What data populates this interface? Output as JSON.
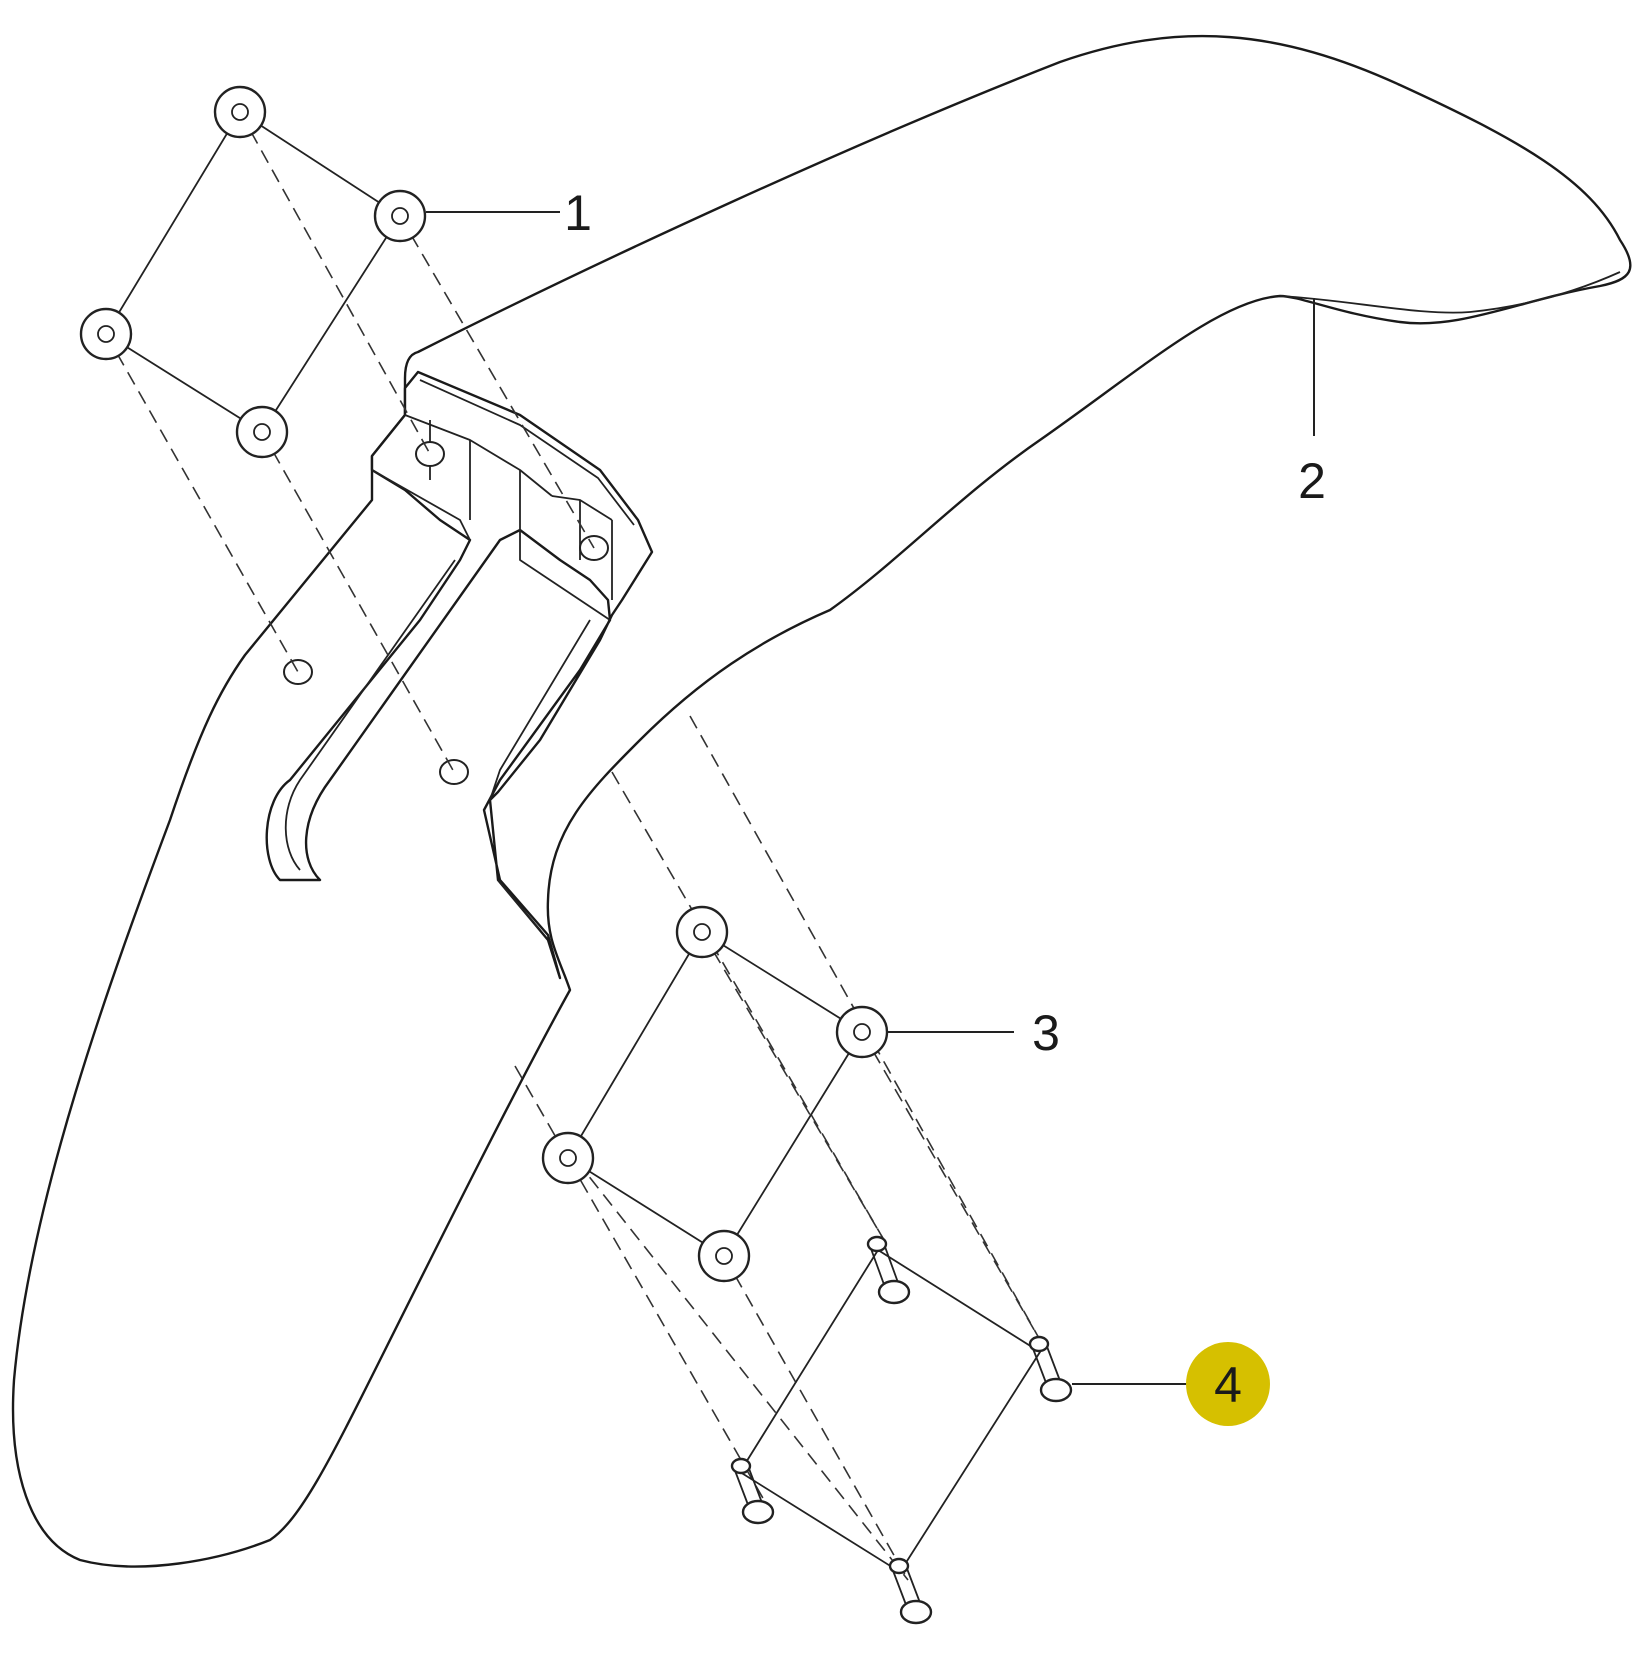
{
  "diagram": {
    "callouts": [
      {
        "id": "1",
        "label": "1",
        "part": "washer",
        "highlighted": false
      },
      {
        "id": "2",
        "label": "2",
        "part": "front-fender",
        "highlighted": false
      },
      {
        "id": "3",
        "label": "3",
        "part": "washer",
        "highlighted": false
      },
      {
        "id": "4",
        "label": "4",
        "part": "screw",
        "highlighted": true
      }
    ],
    "highlight_color": "#d6c000",
    "line_color": "#1a1a1a"
  }
}
